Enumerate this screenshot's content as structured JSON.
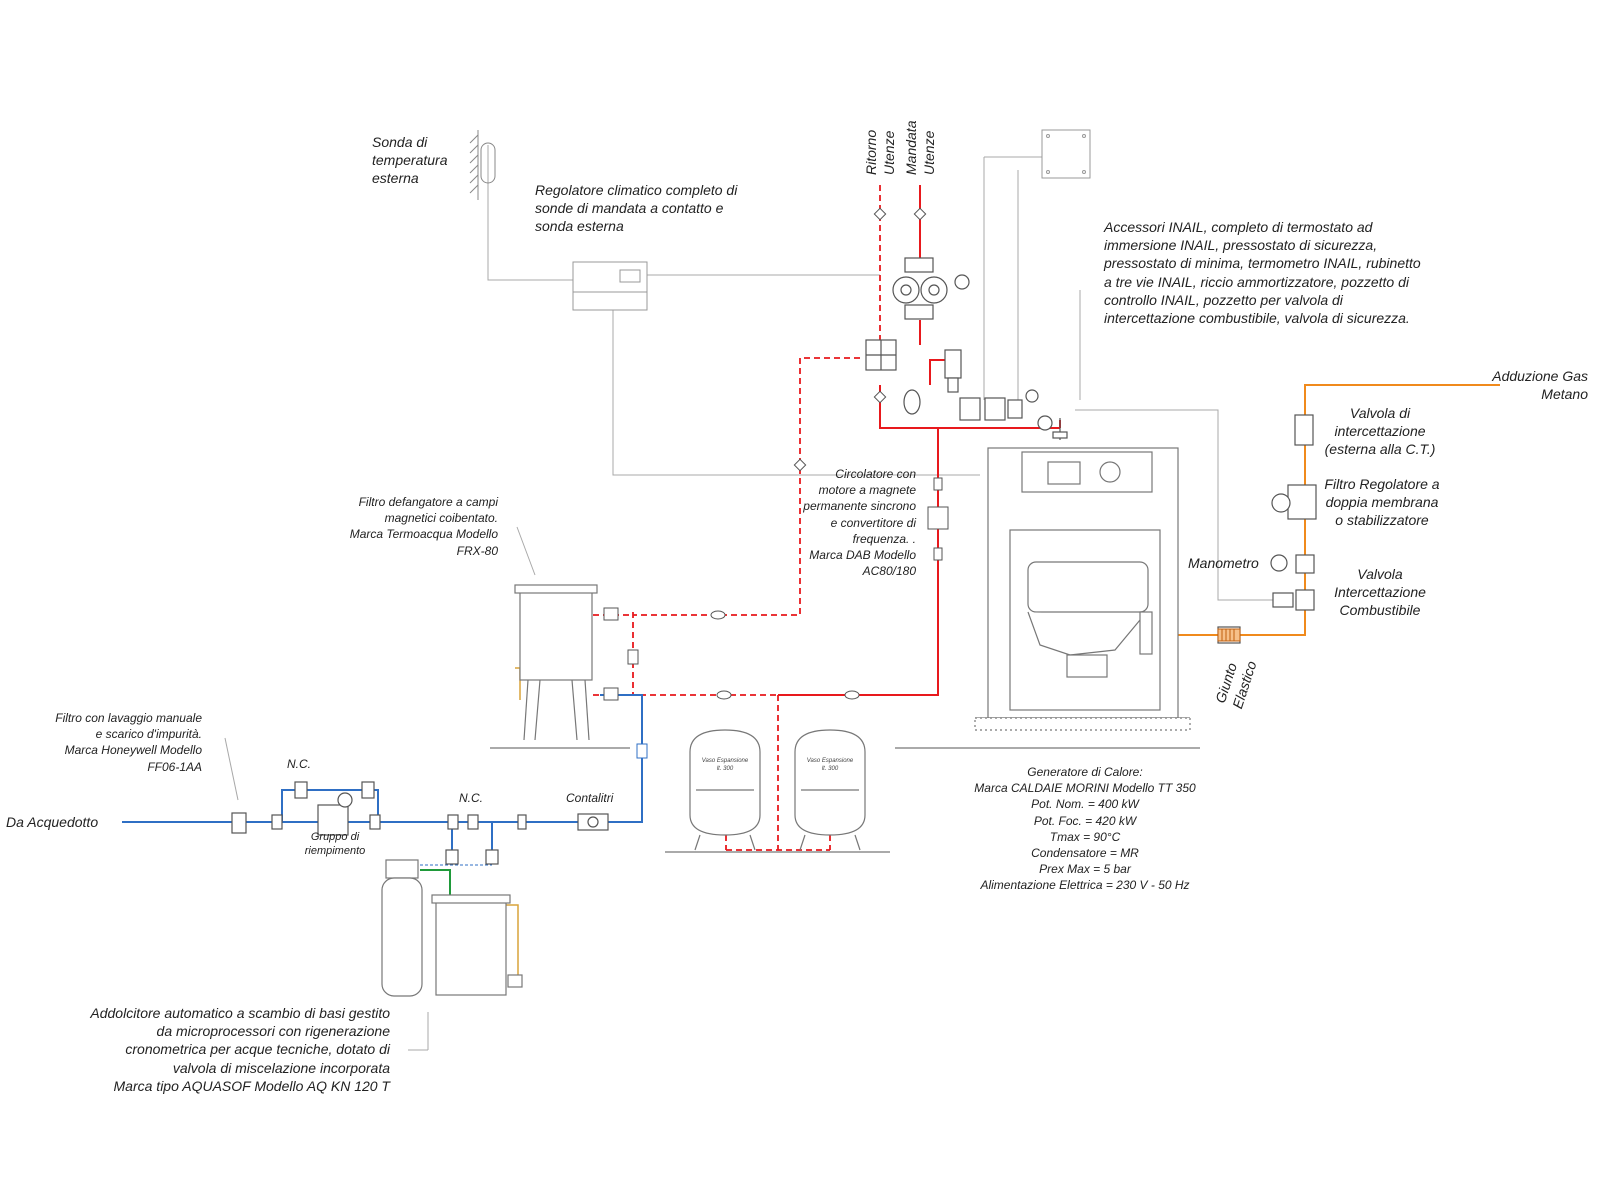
{
  "colors": {
    "flow_red": "#e8191d",
    "water_blue": "#2f6fc4",
    "gas_orange": "#f08a1c",
    "drain_green": "#1f9a3a",
    "control_gray": "#9a9a9a",
    "equipment_gray": "#777777"
  },
  "labels": {
    "sonda": [
      "Sonda di",
      "temperatura",
      "esterna"
    ],
    "regolatore": [
      "Regolatore climatico completo di",
      "sonde di mandata a contatto e",
      "sonda esterna"
    ],
    "ritorno": [
      "Ritorno",
      "Utenze"
    ],
    "mandata": [
      "Mandata",
      "Utenze"
    ],
    "accessori": [
      "Accessori INAIL, completo di termostato ad",
      "immersione INAIL, pressostato di sicurezza,",
      "pressostato di minima, termometro INAIL, rubinetto",
      "a tre vie INAIL, riccio ammortizzatore, pozzetto di",
      "controllo INAIL, pozzetto per valvola di",
      "intercettazione combustibile, valvola di sicurezza."
    ],
    "gas": [
      "Adduzione Gas",
      "Metano"
    ],
    "valvola_int": [
      "Valvola di",
      "intercettazione",
      "(esterna alla C.T.)"
    ],
    "filtro_reg": [
      "Filtro Regolatore a",
      "doppia membrana",
      "o stabilizzatore"
    ],
    "manometro": "Manometro",
    "valvola_comb": [
      "Valvola",
      "Intercettazione",
      "Combustibile"
    ],
    "giunto": [
      "Giunto",
      "Elastico"
    ],
    "circolatore": [
      "Circolatore con",
      "motore a magnete",
      "permanente sincrono",
      "e convertitore di",
      "frequenza. .",
      "Marca DAB Modello",
      "AC80/180"
    ],
    "filtro_def": [
      "Filtro defangatore a campi",
      "magnetici coibentato.",
      "Marca Termoacqua Modello",
      "FRX-80"
    ],
    "filtro_lav": [
      "Filtro con lavaggio manuale",
      "e scarico d'impurità.",
      "Marca Honeywell Modello",
      "FF06-1AA"
    ],
    "nc1": "N.C.",
    "nc2": "N.C.",
    "contalitri": "Contalitri",
    "acquedotto": "Da Acquedotto",
    "gruppo": [
      "Gruppo di",
      "riempimento"
    ],
    "vaso": [
      "Vaso Espansione",
      "lt. 300"
    ],
    "generatore": [
      "Generatore di Calore:",
      "Marca CALDAIE MORINI Modello TT 350",
      "Pot. Nom. = 400 kW",
      "Pot. Foc. = 420 kW",
      "Tmax = 90°C",
      "Condensatore = MR",
      "Prex Max = 5 bar",
      "Alimentazione Elettrica = 230 V - 50 Hz"
    ],
    "addolcitore": [
      "Addolcitore automatico a scambio di basi gestito",
      "da microprocessori con rigenerazione",
      "cronometrica per acque tecniche, dotato di",
      "valvola di miscelazione incorporata",
      "Marca tipo AQUASOF Modello AQ KN 120 T"
    ]
  }
}
